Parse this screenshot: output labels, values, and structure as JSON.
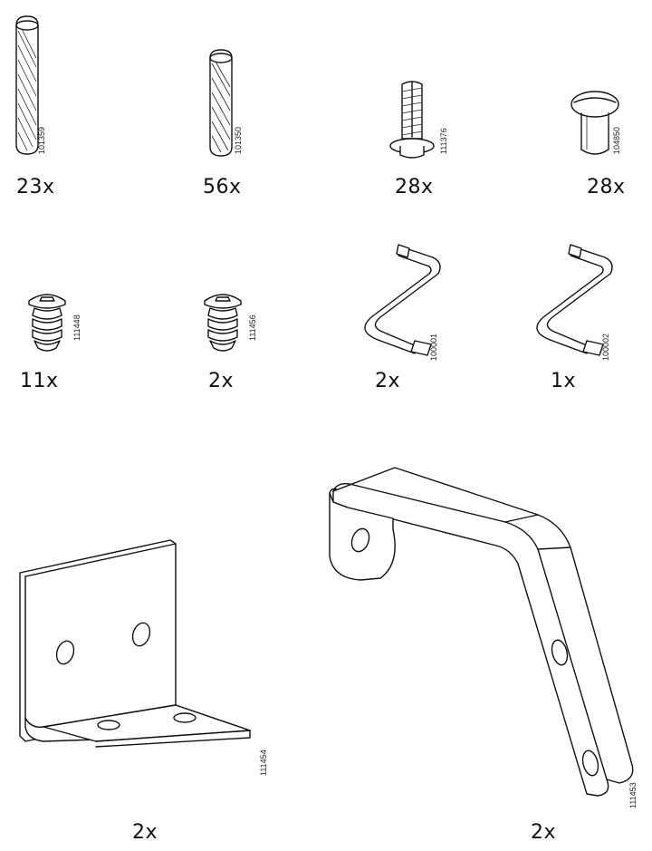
{
  "parts": [
    {
      "id": "dowel-long",
      "code": "101359",
      "qty": "23x"
    },
    {
      "id": "dowel-short",
      "code": "101350",
      "qty": "56x"
    },
    {
      "id": "plastic-anchor",
      "code": "111376",
      "qty": "28x"
    },
    {
      "id": "cam-bolt",
      "code": "104850",
      "qty": "28x"
    },
    {
      "id": "screw-a",
      "code": "111448",
      "qty": "11x"
    },
    {
      "id": "screw-b",
      "code": "111456",
      "qty": "2x"
    },
    {
      "id": "allen-key-a",
      "code": "100001",
      "qty": "2x"
    },
    {
      "id": "allen-key-b",
      "code": "100002",
      "qty": "1x"
    },
    {
      "id": "angle-bracket",
      "code": "111454",
      "qty": "2x"
    },
    {
      "id": "long-bracket",
      "code": "111453",
      "qty": "2x"
    }
  ]
}
